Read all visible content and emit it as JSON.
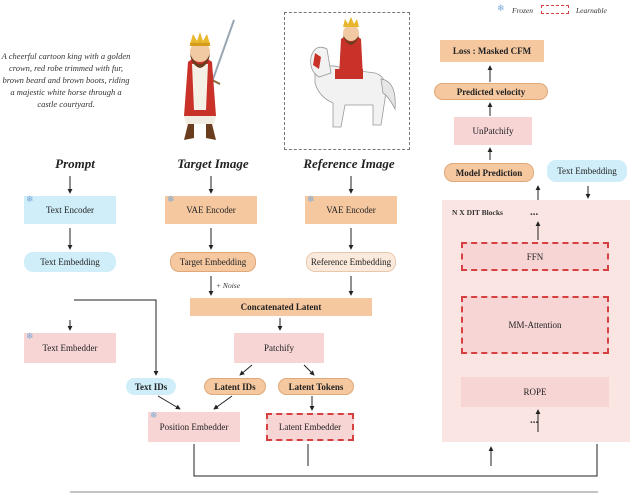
{
  "legend": {
    "frozen_label": "Frozen",
    "learnable_label": "Learnable"
  },
  "prompt_text": "A cheerful cartoon king with a golden crown, red robe trimmed with fur, brown beard and brown boots, riding a majestic white horse through a castle courtyard.",
  "headings": {
    "prompt": "Prompt",
    "target": "Target Image",
    "reference": "Reference Image"
  },
  "nodes": {
    "text_encoder": "Text Encoder",
    "text_embedding_left": "Text Embedding",
    "vae_encoder_target": "VAE Encoder",
    "vae_encoder_reference": "VAE Encoder",
    "target_embedding": "Target Embedding",
    "reference_embedding": "Reference Embedding",
    "noise": "+ Noise",
    "concatenated_latent": "Concatenated Latent",
    "patchify": "Patchify",
    "text_embedder": "Text Embedder",
    "text_ids": "Text IDs",
    "latent_ids": "Latent IDs",
    "latent_tokens": "Latent Tokens",
    "position_embedder": "Position Embedder",
    "latent_embedder": "Latent Embedder",
    "loss": "Loss : Masked CFM",
    "predicted_velocity": "Predicted velocity",
    "unpatchify": "UnPatchify",
    "model_prediction": "Model Prediction",
    "text_embedding_right": "Text Embedding",
    "dit_blocks": "N X DIT Blocks",
    "dots_top": "...",
    "ffn": "FFN",
    "mm_attention": "MM-Attention",
    "rope": "ROPE",
    "dots_bottom": "..."
  },
  "colors": {
    "frozen_fill": "#cfeefa",
    "learnable_border": "#d64040",
    "orange": "#f5c8a0",
    "pink": "#f8d5d5",
    "panel": "#fbe5e2"
  }
}
